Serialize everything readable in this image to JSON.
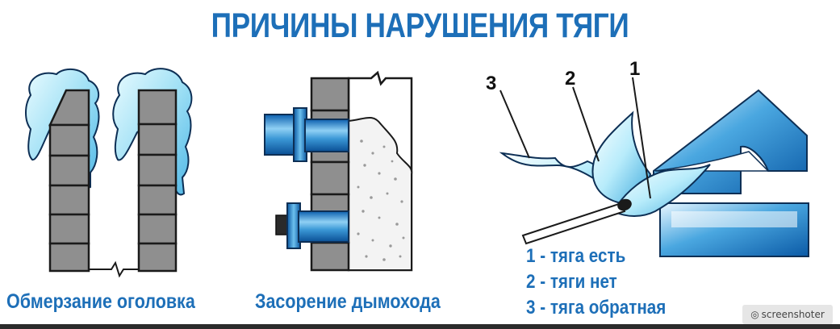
{
  "title": "ПРИЧИНЫ НАРУШЕНИЯ ТЯГИ",
  "captions": {
    "left": "Обмерзание оголовка",
    "middle": "Засорение дымохода"
  },
  "numbers": [
    "1",
    "2",
    "3"
  ],
  "legend": [
    "1 - тяга есть",
    "2 - тяги нет",
    "3 - тяга обратная"
  ],
  "watermark": "screenshoter",
  "colors": {
    "accent": "#1d6fb8",
    "brick": "#8f8f8f",
    "ice": "#9fe0f5",
    "pipe": "#2f86c9"
  }
}
